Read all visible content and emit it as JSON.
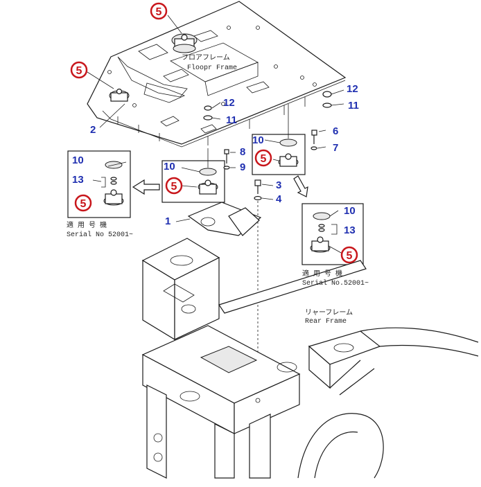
{
  "labels": {
    "floor_frame_jp": "フロアフレーム",
    "floor_frame_en": "Floopr Frame",
    "rear_frame_jp": "リャーフレーム",
    "rear_frame_en": "Rear Frame",
    "serial_jp_left": "適 用 号 機",
    "serial_en_left": "Serial No 52001~",
    "serial_jp_right": "適 用 号 機",
    "serial_en_right": "Serial No.52001~"
  },
  "part_numbers": {
    "n1": "1",
    "n2": "2",
    "n3": "3",
    "n4": "4",
    "n5": "5",
    "n6": "6",
    "n7": "7",
    "n8": "8",
    "n9": "9",
    "n10": "10",
    "n11": "11",
    "n12": "12",
    "n13": "13"
  },
  "colors": {
    "callout_ring": "#c8161b",
    "number_blue": "#1f2fb0",
    "line": "#1a1a1a"
  }
}
